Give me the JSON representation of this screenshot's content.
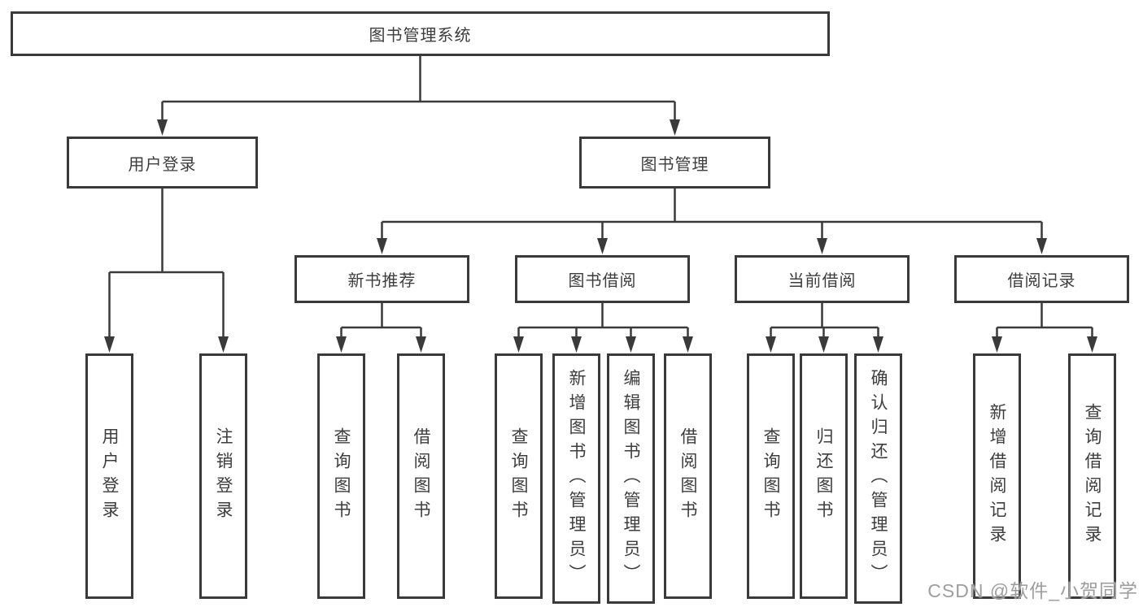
{
  "root": {
    "label": "图书管理系统"
  },
  "level2": {
    "user_login": {
      "label": "用户登录"
    },
    "book_mgmt": {
      "label": "图书管理"
    }
  },
  "level3": {
    "new_books": {
      "label": "新书推荐"
    },
    "borrow": {
      "label": "图书借阅"
    },
    "current": {
      "label": "当前借阅"
    },
    "records": {
      "label": "借阅记录"
    }
  },
  "leaves": {
    "user_login": [
      {
        "label": "用户登录"
      },
      {
        "label": "注销登录"
      }
    ],
    "new_books": [
      {
        "label": "查询图书"
      },
      {
        "label": "借阅图书"
      }
    ],
    "borrow": [
      {
        "label": "查询图书"
      },
      {
        "label": "新增图书（管理员）"
      },
      {
        "label": "编辑图书（管理员）"
      },
      {
        "label": "借阅图书"
      }
    ],
    "current": [
      {
        "label": "查询图书"
      },
      {
        "label": "归还图书"
      },
      {
        "label": "确认归还（管理员）"
      }
    ],
    "records": [
      {
        "label": "新增借阅记录"
      },
      {
        "label": "查询借阅记录"
      }
    ]
  },
  "watermark": {
    "text": "CSDN @软件_小贺同学"
  },
  "colors": {
    "line": "#3a3a3a",
    "text": "#3d3d3d",
    "watermark": "#9e9e9e",
    "background": "#ffffff"
  }
}
